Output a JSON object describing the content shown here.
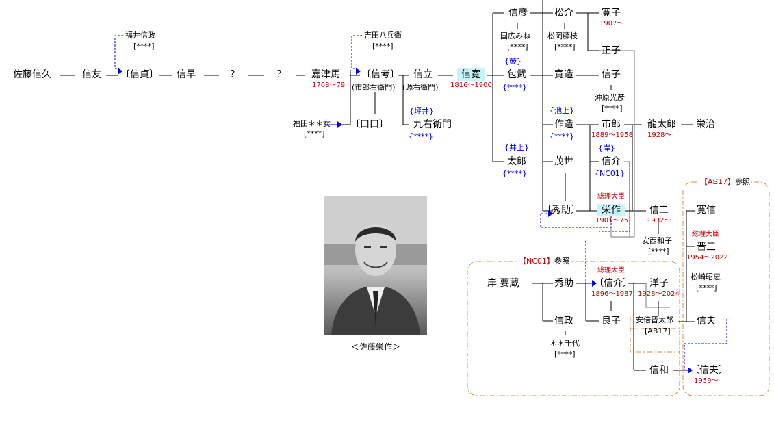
{
  "people": {
    "nobuhisa": "佐藤信久",
    "nobutomo": "信友",
    "nobusada": "〔信貞〕",
    "fukui": "福井信政",
    "fukui_n": "[****]",
    "nobuhaya": "信早",
    "q1": "？",
    "q2": "？",
    "katsuma": "嘉津馬",
    "katsuma_y": "1768〜79",
    "yoshida": "吉田八兵衛",
    "yoshida_n": "[****]",
    "nobutaka": "〔信考〕",
    "nobutaka_a": "(市郎右衛門)",
    "fukuda": "福田＊＊女",
    "fukuda_n": "[****]",
    "box": "〔口口〕",
    "nobutatsu": "信立",
    "nobutatsu_a": "(源右衛門)",
    "nobuhiro": "信寛",
    "nobuhiro_y": "1816〜1900",
    "kuemon": "九右衛門",
    "kuemon_n": "{****}",
    "nobuhiko": "信彦",
    "kunihiro": "国広みね",
    "kunihiro_n": "[****]",
    "kanetake": "包武",
    "kanetake_n": "{****}",
    "taro": "太郎",
    "taro_n": "{****}",
    "matsusuke": "松介",
    "matsuoka": "松岡藤枝",
    "matsuoka_n": "[****]",
    "kanzo": "寛造",
    "sakuzo": "作造",
    "sakuzo_n": "{****}",
    "moyo": "茂世",
    "hidesuke": "〔秀助〕",
    "hiroko": "寛子",
    "hiroko_y": "1907〜",
    "masako": "正子",
    "nobuko": "信子",
    "okihara": "沖原光彦",
    "okihara_n": "[****]",
    "ichiro": "市郎",
    "ichiro_y": "1889〜1958",
    "nobusuke_s": "信介",
    "nobusuke_ref": "{NC01}",
    "eisaku": "栄作",
    "eisaku_y": "1901〜75",
    "ryutaro": "龍太郎",
    "ryutaro_y": "1928〜",
    "eiji": "栄治",
    "shinji": "信二",
    "shinji_y": "1932〜",
    "anzai": "安西和子",
    "anzai_n": "[****]",
    "hironobu": "寛信",
    "shinzo": "晋三",
    "shinzo_y": "1954〜2022",
    "matsuzaki": "松崎昭恵",
    "matsuzaki_n": "[****]",
    "kishi": "岸 要蔵",
    "hidesuke2": "秀助",
    "nobumasa": "信政",
    "chiyo": "＊＊千代",
    "chiyo_n": "[****]",
    "nobusuke": "〔信介〕",
    "nobusuke_y": "1896〜1987",
    "yoko": "洋子",
    "yoko_y": "1928〜2024",
    "yoshiko": "良子",
    "shintaro": "安倍晋太郎",
    "shintaro_ref": "[AB17]",
    "nobuo": "信夫",
    "nobukazu": "信和",
    "nobuo2": "〔信夫〕",
    "nobuo2_y": "1959〜"
  },
  "tags": {
    "pm": "総理大臣",
    "tsuzumi": "{鼓}",
    "tsuboi": "{坪井}",
    "ikegami": "{池上}",
    "inoue": "{井上}",
    "kishi": "{岸}"
  },
  "refs": {
    "nc01": "【NC01】参照",
    "ab17": "【AB17】参照"
  },
  "photo": {
    "caption": "＜佐藤栄作＞"
  },
  "colors": {
    "line": "#000000",
    "adoption": "#0000ee",
    "group": "#e08a3c",
    "year": "#c00000",
    "highlight": "#c9f3f8"
  }
}
